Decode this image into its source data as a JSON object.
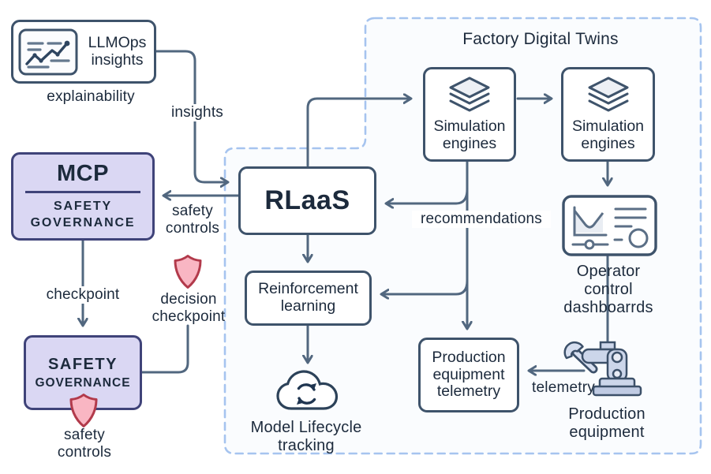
{
  "diagram": {
    "container": {
      "title": "Factory Digital Twins"
    },
    "nodes": {
      "llmops": {
        "title": "LLMOps insights",
        "caption": "explainability",
        "icon": "chart-insights-icon"
      },
      "mcp": {
        "title": "MCP",
        "subtitle": "SAFETY GOVERNANCE"
      },
      "rlaas": {
        "title": "RLaaS"
      },
      "sim1": {
        "title": "Simulation engines",
        "icon": "layers-icon"
      },
      "sim2": {
        "title": "Simulation engines",
        "icon": "layers-icon"
      },
      "operator_dashboard": {
        "caption": "Operator control dashboarrds",
        "icon": "dashboard-icon"
      },
      "reinforcement": {
        "title": "Reinforcement learning"
      },
      "equipment_telemetry": {
        "title": "Production equipment telemetry"
      },
      "model_lifecycle": {
        "caption": "Model Lifecycle tracking",
        "icon": "cloud-sync-icon"
      },
      "production_equipment": {
        "caption": "Production equipment",
        "icon": "robot-arm-icon"
      },
      "safety_governance": {
        "title": "SAFETY",
        "subtitle": "GOVERNANCE"
      }
    },
    "edge_labels": {
      "insights": "insights",
      "safety_controls": "safety controls",
      "checkpoint": "checkpoint",
      "decision_checkpoint": "decision checkpoint",
      "safety_controls_2": "safety controls",
      "recommendations": "recommendations",
      "telemetry": "telemetry"
    },
    "colors": {
      "node_border": "#3e536b",
      "line": "#51677f",
      "text": "#1c2a3c",
      "purple_fill": "#dad7f3",
      "purple_border": "#3f4379",
      "shield_fill": "#f9b6c3",
      "shield_border": "#b23a4b",
      "dashed_border": "#a6c4ef"
    }
  }
}
